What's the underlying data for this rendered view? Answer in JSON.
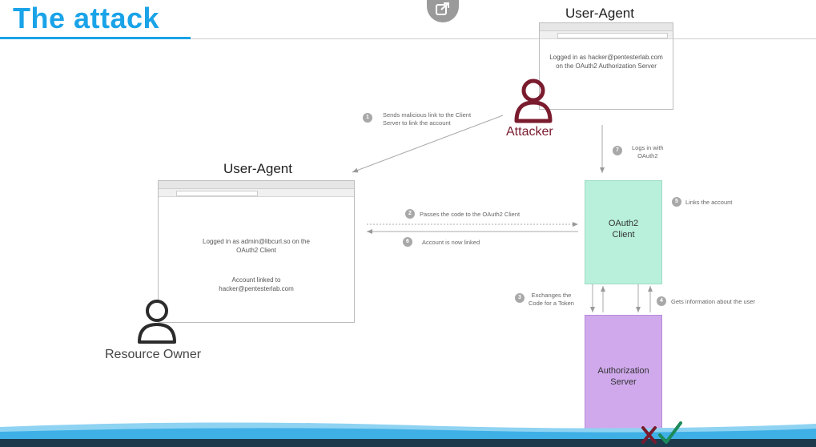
{
  "title": "The attack",
  "colors": {
    "accent": "#1aa3e8",
    "attacker": "#7a1b2e",
    "oauth_client": "#b8f0dc",
    "auth_server": "#cfa9ec"
  },
  "icons": [
    "share-icon",
    "attacker-icon",
    "resource-owner-icon",
    "cross-icon",
    "check-icon"
  ],
  "attacker_agent": {
    "title": "User-Agent",
    "line1": "Logged in as hacker@pentesterlab.com",
    "line2": "on the OAuth2 Authorization Server"
  },
  "victim_agent": {
    "title": "User-Agent",
    "line1": "Logged in as admin@libcurl.so on the",
    "line2": "OAuth2 Client",
    "line3": "Account linked to",
    "line4": "hacker@pentesterlab.com"
  },
  "actors": {
    "attacker": "Attacker",
    "resource_owner": "Resource Owner"
  },
  "nodes": {
    "oauth2_line1": "OAuth2",
    "oauth2_line2": "Client",
    "auth_line1": "Authorization",
    "auth_line2": "Server"
  },
  "steps": [
    {
      "num": "1",
      "line1": "Sends malicious link to the Client",
      "line2": "Server to link the account"
    },
    {
      "num": "2",
      "line1": "Passes the code to the OAuth2 Client",
      "line2": ""
    },
    {
      "num": "3",
      "line1": "Exchanges the",
      "line2": "Code for a Token"
    },
    {
      "num": "4",
      "line1": "Gets information about the user",
      "line2": ""
    },
    {
      "num": "5",
      "line1": "Links the account",
      "line2": ""
    },
    {
      "num": "6",
      "line1": "Account is now linked",
      "line2": ""
    },
    {
      "num": "7",
      "line1": "Logs in with",
      "line2": "OAuth2"
    }
  ]
}
